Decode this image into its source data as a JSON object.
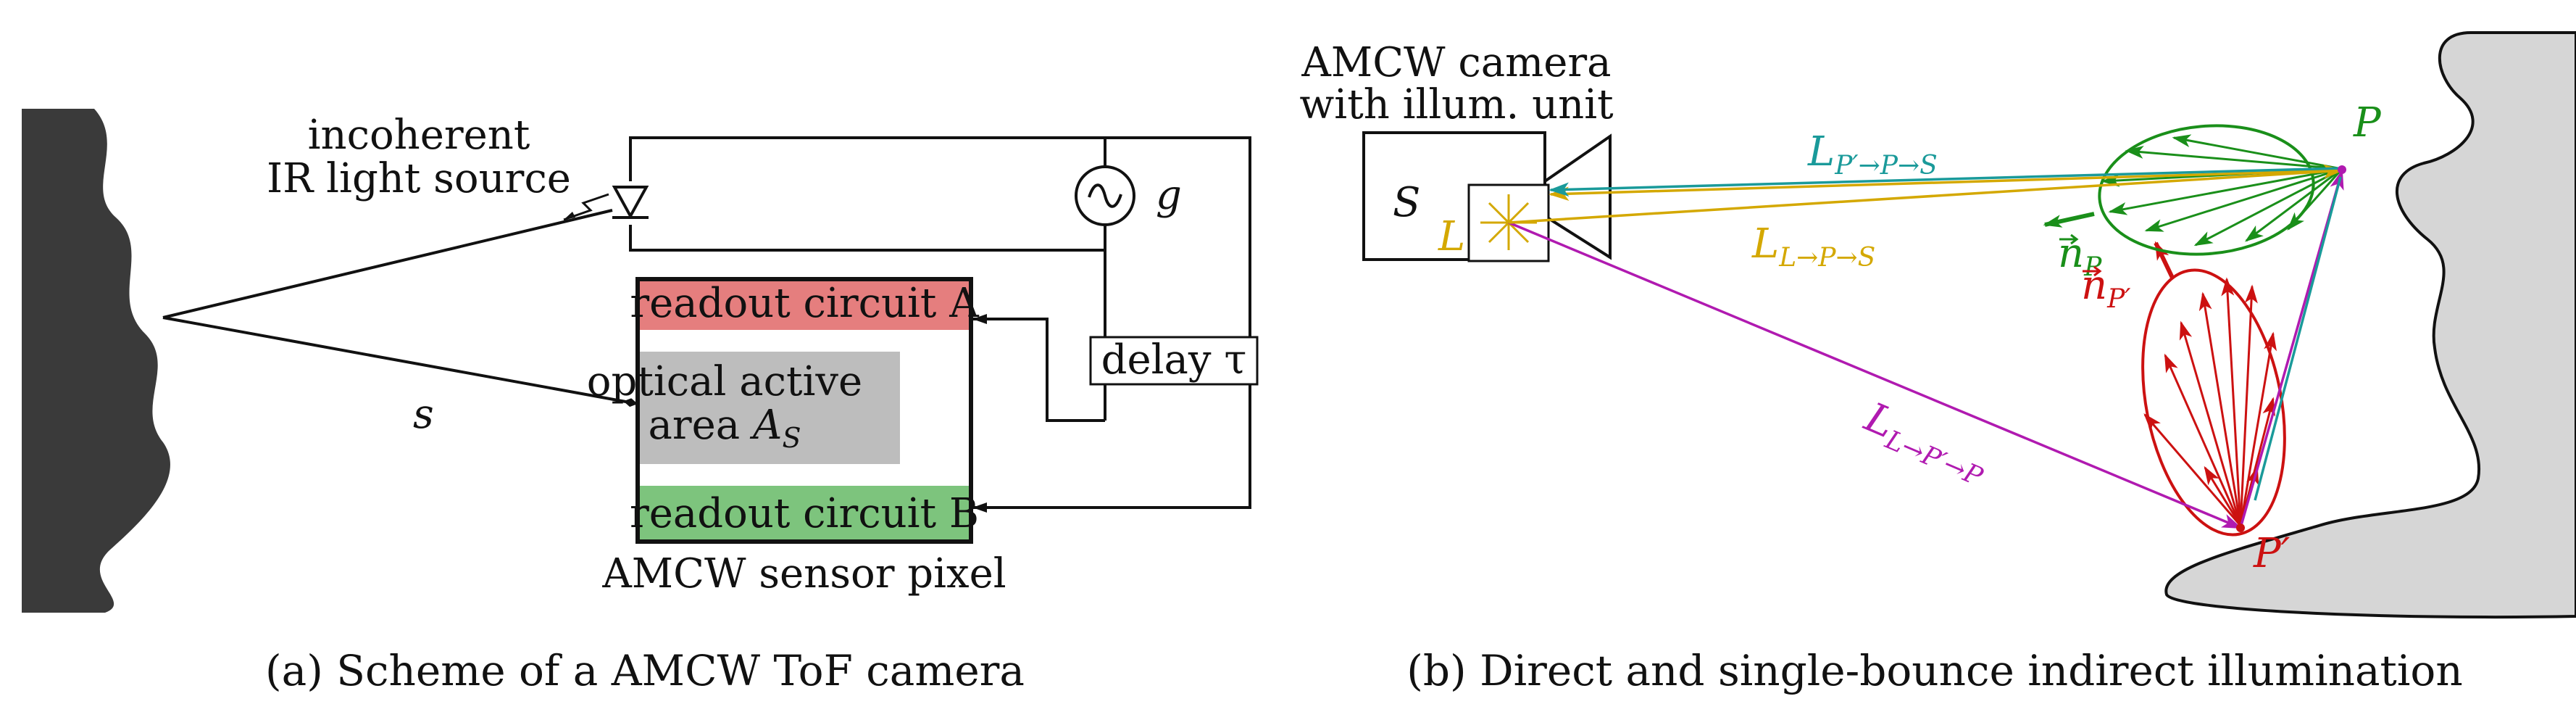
{
  "panel_a": {
    "light_source_label_line1": "incoherent",
    "light_source_label_line2": "IR light source",
    "modulation_symbol": "g",
    "readout_a": "readout circuit A",
    "optical_area_line1": "optical active",
    "optical_area_line2_prefix": "area ",
    "optical_area_symbol": "A",
    "optical_area_subscript": "S",
    "readout_b": "readout circuit B",
    "delay_label": "delay τ",
    "distance_symbol": "s",
    "sensor_caption": "AMCW sensor pixel",
    "caption": "(a)  Scheme of a AMCW ToF camera",
    "colors": {
      "readout_a": "#e57e7e",
      "optical_area": "#bdbdbd",
      "readout_b": "#7dc47d",
      "wall": "#3a3a3a"
    }
  },
  "panel_b": {
    "camera_label_line1": "AMCW camera",
    "camera_label_line2": "with illum. unit",
    "sensor_symbol": "S",
    "light_symbol": "L",
    "point_p": "P",
    "point_p_prime": "P′",
    "ray_direct_reflect": "L",
    "ray_direct_reflect_sub": "P′→P→S",
    "ray_direct": "L",
    "ray_direct_sub": "L→P→S",
    "ray_indirect": "L",
    "ray_indirect_sub": "L→P′→P",
    "normal_p": "n",
    "normal_p_sub": "P",
    "normal_pprime": "n",
    "normal_pprime_sub": "P′",
    "caption": "(b)  Direct and single-bounce indirect illumination",
    "colors": {
      "green": "#1a8f1a",
      "red": "#cc1111",
      "yellow": "#d4a800",
      "teal": "#1a9a9a",
      "magenta": "#b01ab0",
      "surface": "#d6d6d6"
    }
  }
}
